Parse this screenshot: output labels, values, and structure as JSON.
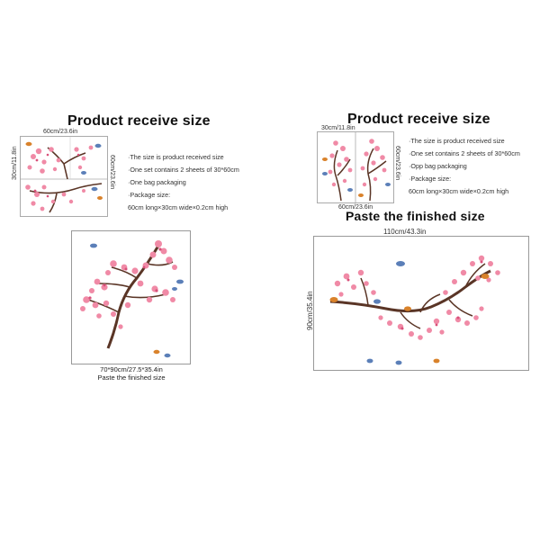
{
  "left": {
    "heading": "Product receive size",
    "dim_top": "60cm/23.6in",
    "dim_left": "30cm/11.8in",
    "dim_right": "60cm/23.6in",
    "info_lines": [
      "·The size is product received size",
      "·One set contains 2 sheets of 30*60cm",
      "·One bag packaging",
      "·Package size:",
      "60cm long×30cm wide×0.2cm high"
    ],
    "finished_size": "70*90cm/27.5*35.4in",
    "finished_caption": "Paste the finished size"
  },
  "right": {
    "heading": "Product receive size",
    "dim_top": "30cm/11.8in",
    "dim_right": "60cm/23.6in",
    "dim_bottom": "60cm/23.6in",
    "info_lines": [
      "·The size is product received size",
      "·One set contains 2 sheets of 30*60cm",
      "·Opp bag packaging",
      "·Package size:",
      "60cm long×30cm wide×0.2cm high"
    ],
    "finished_heading": "Paste the finished size",
    "finished_width": "110cm/43.3in",
    "finished_height": "90cm/35.4in"
  },
  "colors": {
    "blossom": "#f08aa6",
    "blossom_dark": "#d9507a",
    "branch": "#5a3526",
    "bird_blue": "#5b7fb8",
    "bird_orange": "#d9822b"
  }
}
